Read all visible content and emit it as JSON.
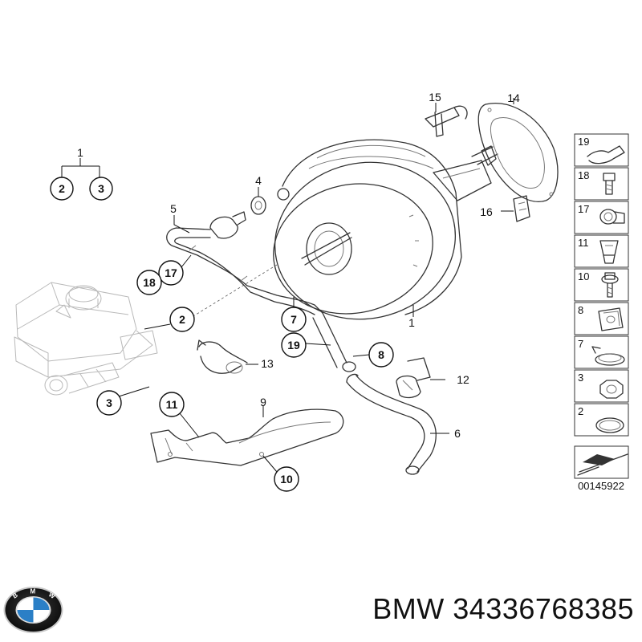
{
  "callouts": {
    "c1_top": "1",
    "c2_top": "2",
    "c3_top": "3",
    "c4": "4",
    "c5": "5",
    "c1_main": "1",
    "c14": "14",
    "c15": "15",
    "c16": "16",
    "c17": "17",
    "c18": "18",
    "c2_main": "2",
    "c7_main": "7",
    "c19_main": "19",
    "c8_main": "8",
    "c13": "13",
    "c12": "12",
    "c3_main": "3",
    "c11_main": "11",
    "c9": "9",
    "c10_main": "10",
    "c6": "6"
  },
  "side_panel": {
    "items": [
      "19",
      "18",
      "17",
      "11",
      "10",
      "8",
      "7",
      "3",
      "2"
    ],
    "figure_id": "00145922"
  },
  "logo": {
    "letters": "BMW",
    "colors": {
      "blue": "#2b7fc6",
      "white": "#ffffff",
      "ring": "#1a1a1a",
      "chrome": "#c8c8c8"
    }
  },
  "footer": {
    "brand": "BMW",
    "part_number": "34336768385"
  }
}
